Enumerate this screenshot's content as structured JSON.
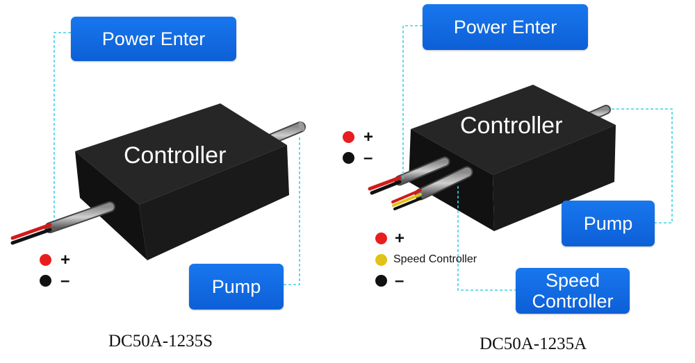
{
  "left": {
    "power_label": "Power Enter",
    "box_label": "Controller",
    "pump_label": "Pump",
    "plus": "+",
    "minus": "–",
    "model": "DC50A-1235S"
  },
  "right": {
    "power_label": "Power Enter",
    "box_label": "Controller",
    "pump_label": "Pump",
    "speed_label": "Speed Controller",
    "plus": "+",
    "minus": "–",
    "speed_small": "Speed Controller",
    "model": "DC50A-1235A"
  },
  "colors": {
    "callout_blue": "#1268e6",
    "leader_cyan": "#3fd0e8",
    "wire_red": "#e81e1e",
    "wire_yellow": "#e0c21a",
    "box_dark": "#1b1b1b"
  }
}
